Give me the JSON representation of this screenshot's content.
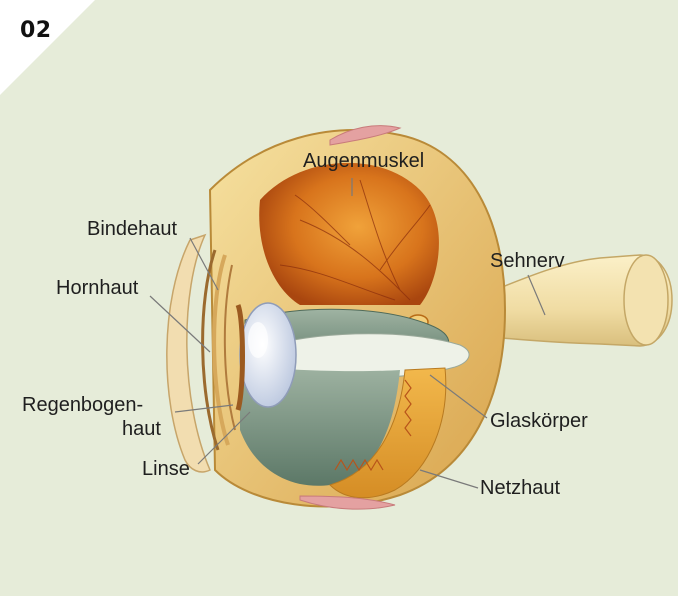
{
  "figure": {
    "number": "02",
    "background_color": "#e6ecd9",
    "labels": {
      "augenmuskel": "Augenmuskel",
      "bindehaut": "Bindehaut",
      "hornhaut": "Hornhaut",
      "regenbogenhaut_1": "Regenbogen-",
      "regenbogenhaut_2": "haut",
      "linse": "Linse",
      "sehnerv": "Sehnerv",
      "glaskoerper": "Glaskörper",
      "netzhaut": "Netzhaut"
    }
  }
}
